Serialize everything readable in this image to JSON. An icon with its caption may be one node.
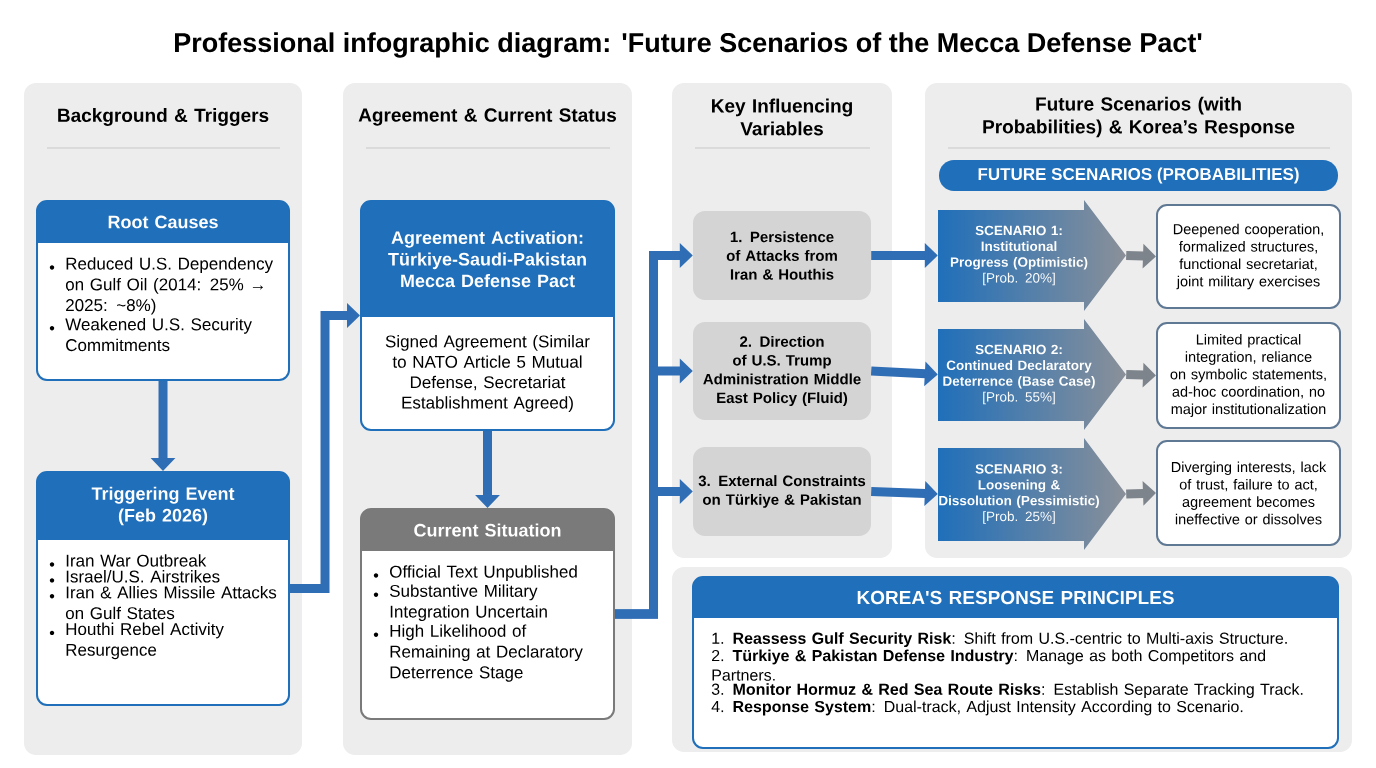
{
  "diagram": {
    "title": "Professional infographic diagram: 'Future Scenarios of the Mecca Defense Pact'",
    "nodes": [
      {
        "text": [
          "Background & Triggers"
        ]
      },
      {
        "text": [
          "Root Causes",
          "Reduced U.S. Dependency on Gulf Oil (2014: 25% → 2025: ~8%)",
          "Weakened U.S. Security Commitments"
        ],
        "in": 0
      },
      {
        "text": [
          "Triggering Event (Feb 2026)",
          "Iran War Outbreak",
          "Israel/U.S. Airstrikes",
          "Iran & Allies Missile Attacks on Gulf States",
          "Houthi Rebel Activity Resurgence"
        ],
        "in": 0
      },
      {
        "text": [
          "Agreement & Current Status"
        ]
      },
      {
        "text": [
          "Agreement Activation: Türkiye-Saudi-Pakistan Mecca Defense Pact",
          "Signed Agreement (Similar to NATO Article 5 Mutual Defense, Secretariat Establishment Agreed)"
        ],
        "in": 3
      },
      {
        "text": [
          "Current Situation",
          "Official Text Unpublished",
          "Substantive Military Integration Uncertain",
          "High Likelihood of Remaining at Declaratory Deterrence Stage"
        ],
        "in": 3
      },
      {
        "text": [
          "Key Influencing Variables"
        ]
      },
      {
        "text": [
          "1. Persistence of Attacks from Iran & Houthis"
        ],
        "in": 6
      },
      {
        "text": [
          "2. Direction of U.S. Trump Administration Middle East Policy (Fluid)"
        ],
        "in": 6
      },
      {
        "text": [
          "3. External Constraints on Türkiye & Pakistan"
        ],
        "in": 6
      },
      {
        "text": [
          "Future Scenarios (with Probabilities) & Korea’s Response"
        ]
      },
      {
        "text": [
          "FUTURE SCENARIOS (PROBABILITIES)"
        ],
        "in": 10
      },
      {
        "text": [
          "SCENARIO 1: Institutional Progress (Optimistic)",
          "[Prob. 20%]"
        ],
        "in": 10
      },
      {
        "text": [
          "SCENARIO 2: Continued Declaratory Deterrence (Base Case)",
          "[Prob. 55%]"
        ],
        "in": 10
      },
      {
        "text": [
          "SCENARIO 3: Loosening & Dissolution (Pessimistic)",
          "[Prob. 25%]"
        ],
        "in": 10
      },
      {
        "text": [
          "Deepened cooperation, formalized structures, functional secretariat, joint military exercises"
        ],
        "in": 10
      },
      {
        "text": [
          "Limited practical integration, reliance on symbolic statements, ad-hoc coordination, no major institutionalization"
        ],
        "in": 10
      },
      {
        "text": [
          "Diverging interests, lack of trust, failure to act, agreement becomes ineffective or dissolves"
        ],
        "in": 10
      },
      {
        "text": [],
        "shape": "box"
      },
      {
        "text": [
          "KOREA'S RESPONSE PRINCIPLES",
          "1. **Reassess Gulf Security Risk**: Shift from U.S.-centric to Multi-axis Structure.",
          "2. **Türkiye & Pakistan Defense Industry**: Manage as both Competitors and Partners.",
          "3. **Monitor Hormuz & Red Sea Route Risks**: Establish Separate Tracking Track.",
          "4. **Response System**: Dual-track, Adjust Intensity According to Scenario."
        ],
        "in": 18
      }
    ],
    "edges": [
      {
        "from": 1,
        "to": 2,
        "arrow": "to"
      },
      {
        "from": 2,
        "to": 4,
        "arrow": "to"
      },
      {
        "from": 4,
        "to": 5,
        "arrow": "to"
      },
      {
        "from": 5,
        "to": 7,
        "arrow": "to"
      },
      {
        "from": 5,
        "to": 8,
        "arrow": "to"
      },
      {
        "from": 5,
        "to": 9,
        "arrow": "to"
      },
      {
        "from": 7,
        "to": 12,
        "arrow": "to"
      },
      {
        "from": 8,
        "to": 13,
        "arrow": "to"
      },
      {
        "from": 9,
        "to": 14,
        "arrow": "to"
      },
      {
        "from": 12,
        "to": 15,
        "arrow": "to",
        "color": "#7d848c"
      },
      {
        "from": 13,
        "to": 16,
        "arrow": "to",
        "color": "#7d848c"
      },
      {
        "from": 14,
        "to": 17,
        "arrow": "to",
        "color": "#7d848c"
      }
    ]
  }
}
